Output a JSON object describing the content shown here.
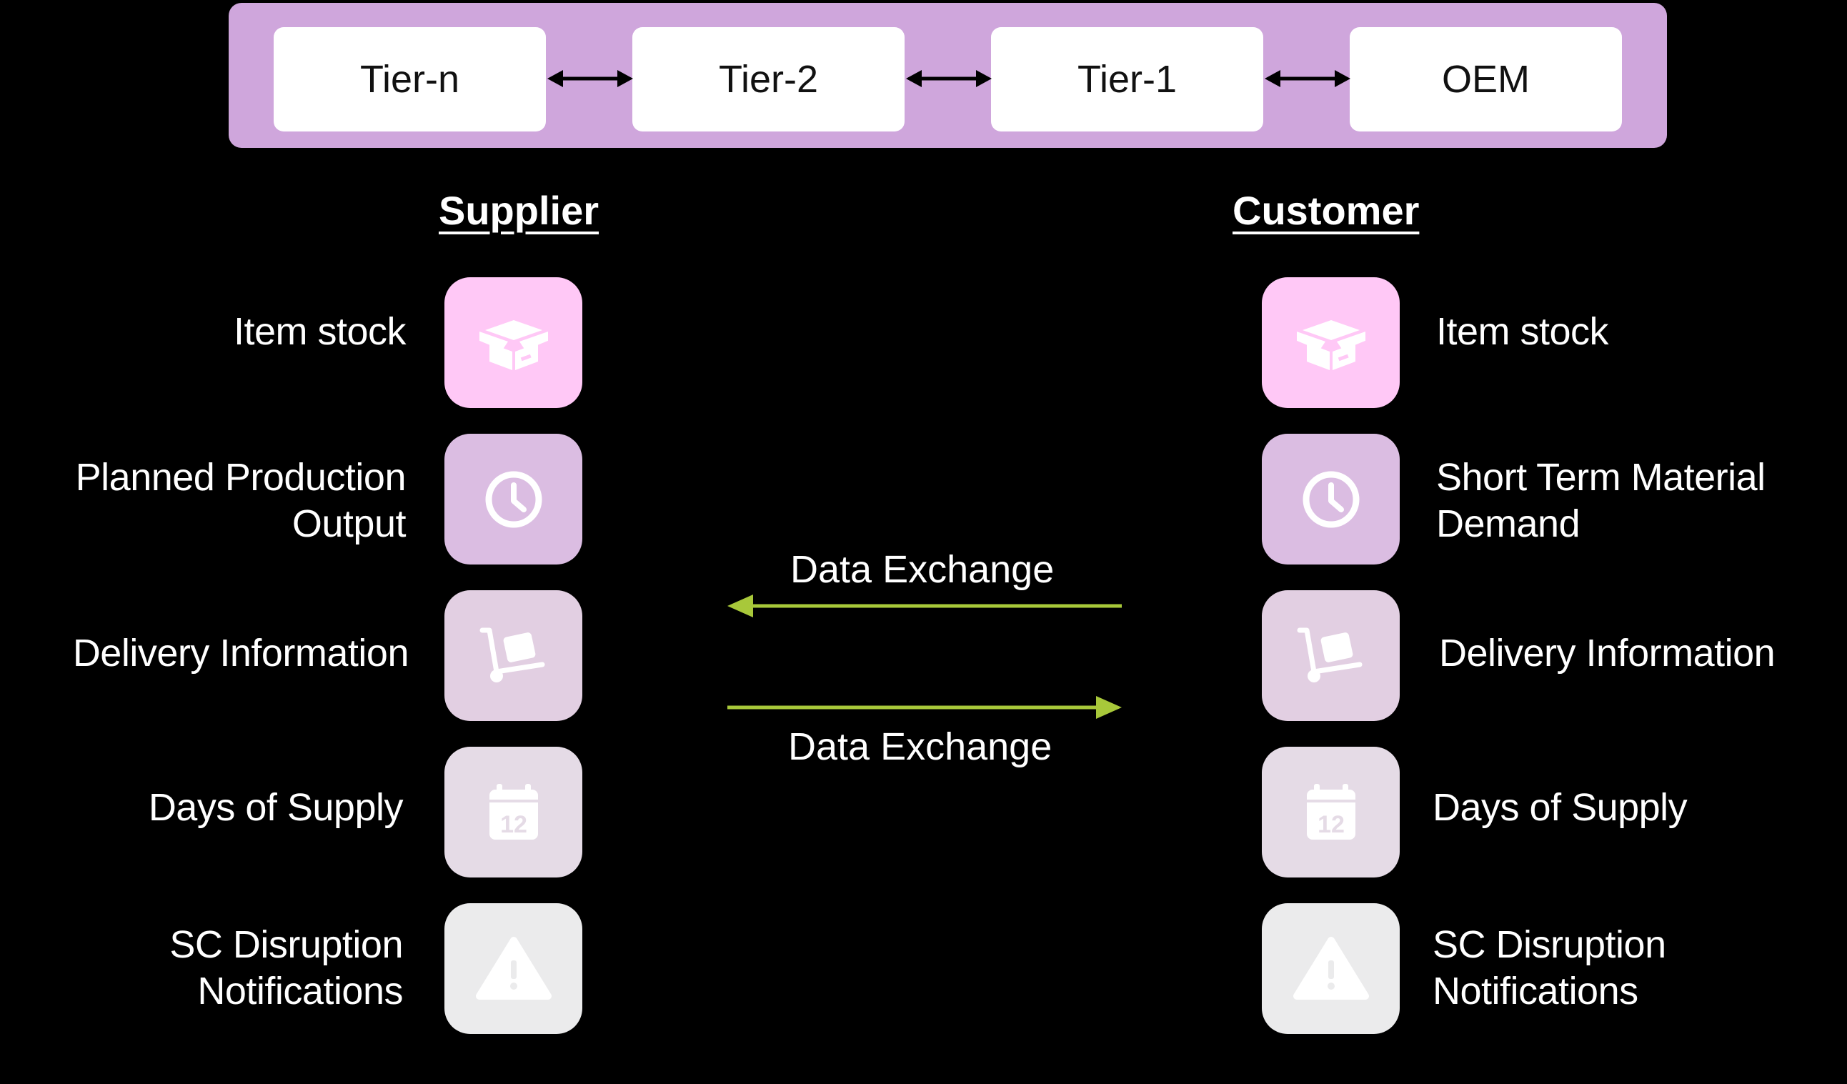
{
  "colors": {
    "background": "#000000",
    "tier_bar": "#cfa6dc",
    "arrow": "#a8c83a",
    "tile_levels": [
      "#ffc8f6",
      "#dbbde2",
      "#e2cfe2",
      "#e5dbe6",
      "#ebebec"
    ]
  },
  "tiers": [
    "Tier-n",
    "Tier-2",
    "Tier-1",
    "OEM"
  ],
  "supplier": {
    "title": "Supplier",
    "items": [
      {
        "label": "Item stock",
        "icon": "box-icon"
      },
      {
        "label": "Planned Production\nOutput",
        "icon": "clock-icon"
      },
      {
        "label": "Delivery Information",
        "icon": "hand-truck-icon"
      },
      {
        "label": "Days of Supply",
        "icon": "calendar-icon"
      },
      {
        "label": "SC Disruption\nNotifications",
        "icon": "warning-icon"
      }
    ]
  },
  "customer": {
    "title": "Customer",
    "items": [
      {
        "label": "Item stock",
        "icon": "box-icon"
      },
      {
        "label": "Short Term Material\nDemand",
        "icon": "clock-icon"
      },
      {
        "label": "Delivery Information",
        "icon": "hand-truck-icon"
      },
      {
        "label": "Days of Supply",
        "icon": "calendar-icon"
      },
      {
        "label": "SC Disruption\nNotifications",
        "icon": "warning-icon"
      }
    ]
  },
  "exchange": {
    "top_label": "Data Exchange",
    "bottom_label": "Data Exchange"
  },
  "calendar_day": "12"
}
